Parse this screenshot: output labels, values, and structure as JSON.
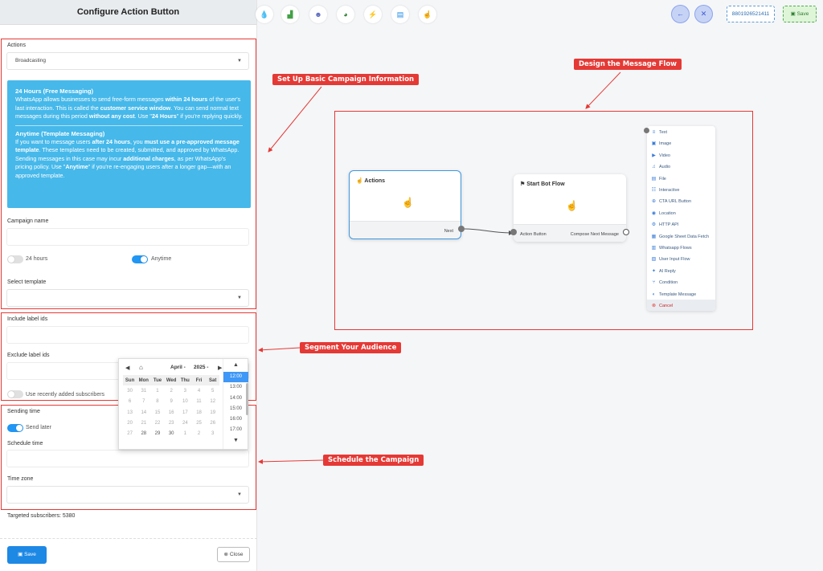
{
  "panel": {
    "title": "Configure Action Button",
    "actions_label": "Actions",
    "actions_value": "Broadcasting",
    "info": {
      "h1": "24 Hours (Free Messaging)",
      "p1a": "WhatsApp allows businesses to send free-form messages ",
      "p1b": "within 24 hours",
      "p1c": " of the user's last interaction. This is called the ",
      "p1d": "customer service window",
      "p1e": ". You can send normal text messages during this period ",
      "p1f": "without any cost",
      "p1g": ". Use \"",
      "p1h": "24 Hours",
      "p1i": "\" if you're replying quickly.",
      "h2": "Anytime (Template Messaging)",
      "p2a": "If you want to message users ",
      "p2b": "after 24 hours",
      "p2c": ", you ",
      "p2d": "must use a pre-approved message template",
      "p2e": ". These templates need to be created, submitted, and approved by WhatsApp.",
      "p3a": "Sending messages in this case may incur ",
      "p3b": "additional charges",
      "p3c": ", as per WhatsApp's pricing policy. Use \"",
      "p3d": "Anytime",
      "p3e": "\" if you're re-engaging users after a longer gap—with an approved template."
    },
    "campaign_name_label": "Campaign name",
    "toggle_24h_label": "24 hours",
    "toggle_anytime_label": "Anytime",
    "select_template_label": "Select template",
    "include_label": "Include label ids",
    "exclude_label": "Exclude label ids",
    "recent_subscribers_label": "Use recently added subscribers",
    "sending_time_label": "Sending time",
    "send_later_label": "Send later",
    "schedule_time_label": "Schedule time",
    "timezone_label": "Time zone",
    "targeted": "Targeted subscribers: 5380",
    "save_label": "Save",
    "close_label": "Close"
  },
  "calendar": {
    "month": "April -",
    "year": "2025 -",
    "weekdays": [
      "Sun",
      "Mon",
      "Tue",
      "Wed",
      "Thu",
      "Fri",
      "Sat"
    ],
    "weeks": [
      [
        "30",
        "31",
        "1",
        "2",
        "3",
        "4",
        "5"
      ],
      [
        "6",
        "7",
        "8",
        "9",
        "10",
        "11",
        "12"
      ],
      [
        "13",
        "14",
        "15",
        "16",
        "17",
        "18",
        "19"
      ],
      [
        "20",
        "21",
        "22",
        "23",
        "24",
        "25",
        "26"
      ],
      [
        "27",
        "28",
        "29",
        "30",
        "1",
        "2",
        "3"
      ]
    ],
    "times": [
      "12:00",
      "13:00",
      "14:00",
      "15:00",
      "16:00",
      "17:00"
    ],
    "selected_time": "12:00"
  },
  "toolbar": {
    "phone": "8801926521411",
    "save_label": "Save"
  },
  "annotations": {
    "basic_info": "Set Up Basic Campaign Information",
    "message_flow": "Design the Message Flow",
    "audience": "Segment Your Audience",
    "schedule": "Schedule the Campaign"
  },
  "flow": {
    "actions_node_title": "Actions",
    "next_label": "Next",
    "bot_flow_title": "Start Bot Flow",
    "action_button_label": "Action Button",
    "compose_label": "Compose Next Message",
    "menu_items": [
      "Text",
      "Image",
      "Video",
      "Audio",
      "File",
      "Interactive",
      "CTA URL Button",
      "Location",
      "HTTP API",
      "Google Sheet Data Fetch",
      "Whatsapp Flows",
      "User Input Flow",
      "AI Reply",
      "Condition",
      "Template Message",
      "Cancel"
    ]
  },
  "colors": {
    "accent_blue": "#46b8ea",
    "annotation_red": "#e53935",
    "primary": "#1e88e5"
  }
}
